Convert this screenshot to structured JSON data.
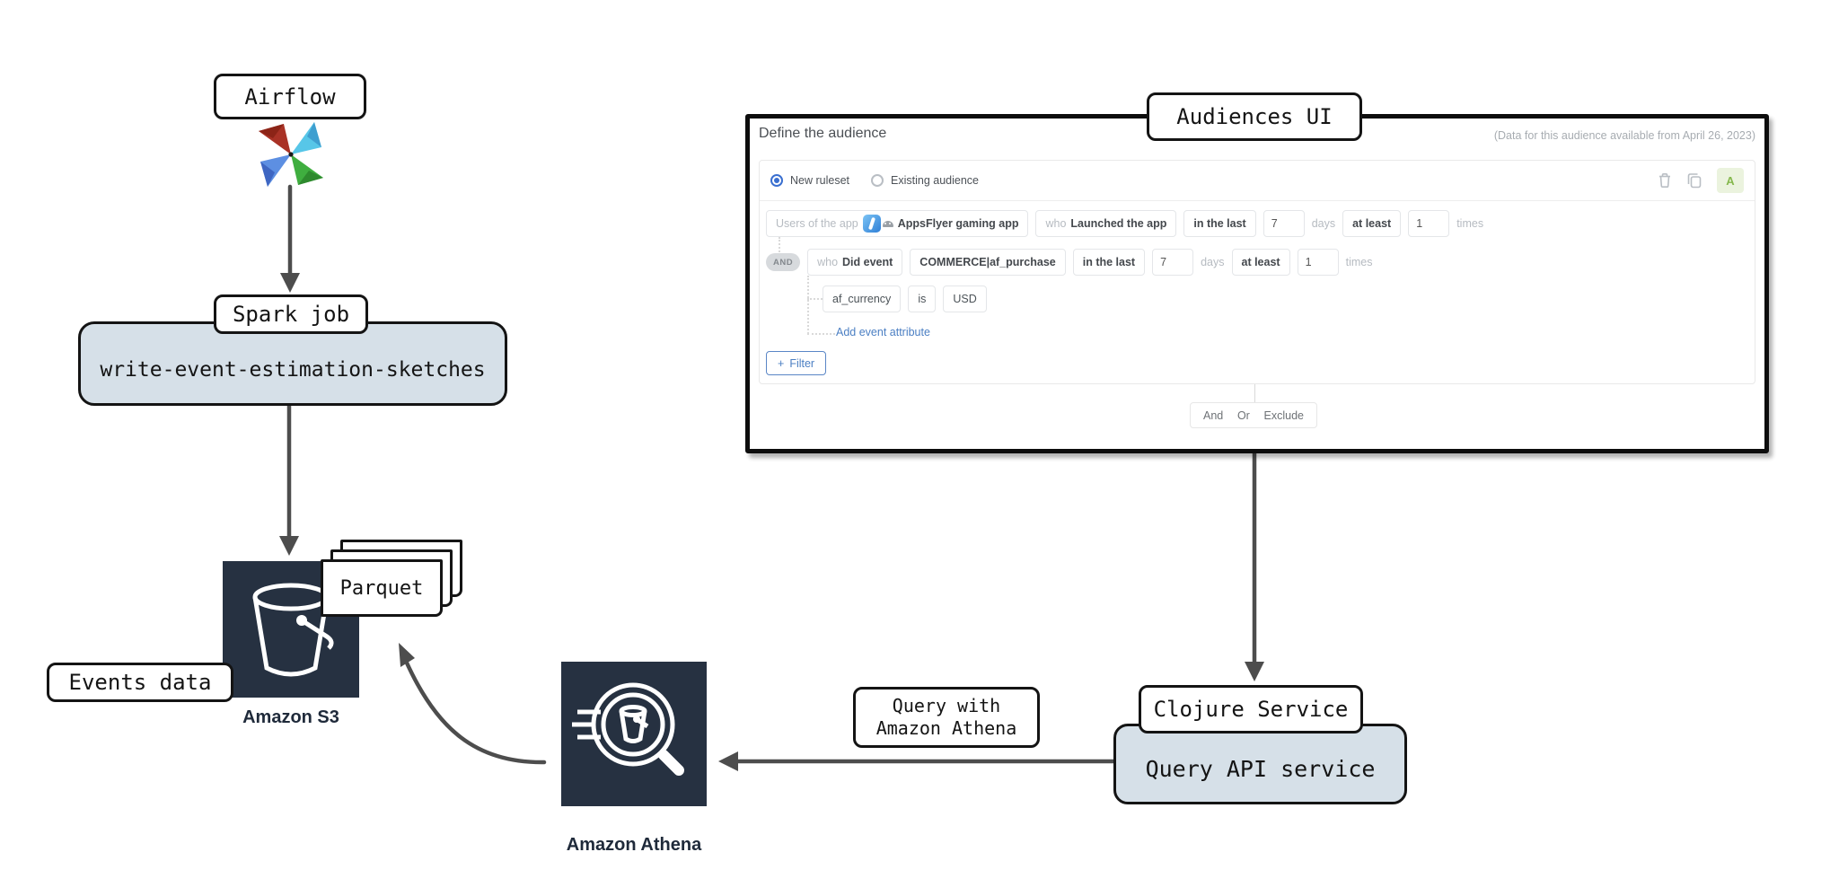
{
  "diagram": {
    "airflow_label": "Airflow",
    "spark_label": "Spark job",
    "spark_job_name": "write-event-estimation-sketches",
    "parquet_label": "Parquet",
    "events_data_label": "Events data",
    "s3_caption": "Amazon S3",
    "athena_caption": "Amazon Athena",
    "query_note_line1": "Query with",
    "query_note_line2": "Amazon Athena",
    "clojure_label": "Clojure Service",
    "query_api_label": "Query API service",
    "audiences_ui_label": "Audiences UI"
  },
  "audiences_panel": {
    "title": "Define the audience",
    "availability_note": "(Data for this audience available from April 26, 2023)",
    "ruleset": {
      "new_label": "New ruleset",
      "new_selected": true,
      "existing_label": "Existing audience",
      "existing_selected": false
    },
    "toolbar": {
      "audience_badge": "A"
    },
    "rule1": {
      "prefix": "Users of the app",
      "app_name": "AppsFlyer gaming app",
      "who": "who",
      "action": "Launched the app",
      "window": "in the last",
      "days_value": "7",
      "days_unit": "days",
      "qualifier": "at least",
      "count_value": "1",
      "times_unit": "times"
    },
    "rule2": {
      "conjunction": "AND",
      "who": "who",
      "action": "Did event",
      "event_name": "COMMERCE|af_purchase",
      "window": "in the last",
      "days_value": "7",
      "days_unit": "days",
      "qualifier": "at least",
      "count_value": "1",
      "times_unit": "times"
    },
    "attribute": {
      "name": "af_currency",
      "operator": "is",
      "value": "USD"
    },
    "add_attribute_link": "Add event attribute",
    "filter_button": {
      "plus": "+",
      "label": "Filter"
    },
    "bottom_actions": [
      "And",
      "Or",
      "Exclude"
    ]
  },
  "icons": {
    "delete-icon": "trash-outline",
    "duplicate-icon": "copy-outline",
    "app-icon": "blue-app-square",
    "android-icon": "android-robot",
    "airflow-logo-icon": "pinwheel",
    "amazon-s3-icon": "bucket",
    "amazon-athena-icon": "magnifier-bucket",
    "plus-icon": "+"
  },
  "colors": {
    "box_fill": "#d6e0e8",
    "aws_navy": "#263141",
    "arrow": "#4d4d4d",
    "link_blue": "#4b7fc3",
    "badge_green": "#85b84d",
    "badge_green_bg": "#ebf3de",
    "radio_blue": "#3a6fd0"
  }
}
